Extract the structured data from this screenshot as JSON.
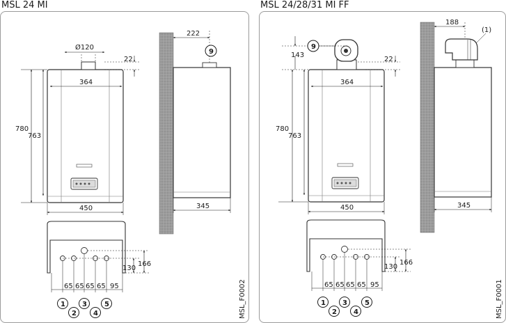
{
  "titles": {
    "left": "MSL 24 MI",
    "right": "MSL 24/28/31 MI FF"
  },
  "left": {
    "flue_diameter": "Ø120",
    "top_offset": "22",
    "width_inner": "364",
    "height_total": "780",
    "height_body": "763",
    "width_total": "450",
    "wall_offset": "222",
    "depth": "345",
    "callout_flue": "9",
    "pipe_height": "130",
    "pipe_height_outer": "166",
    "spacings": [
      "65",
      "65",
      "65",
      "65",
      "95"
    ],
    "connections": [
      "1",
      "2",
      "3",
      "4",
      "5"
    ],
    "code": "MSL_F0002"
  },
  "right": {
    "flue_height": "143",
    "top_offset": "22",
    "width_inner": "364",
    "height_total": "780",
    "height_body": "763",
    "width_total": "450",
    "wall_offset": "188",
    "callout_note": "(1)",
    "depth": "345",
    "callout_flue": "9",
    "pipe_height": "130",
    "pipe_height_outer": "166",
    "spacings": [
      "65",
      "65",
      "65",
      "65",
      "95"
    ],
    "connections": [
      "1",
      "2",
      "3",
      "4",
      "5"
    ],
    "code": "MSL_F0001"
  }
}
